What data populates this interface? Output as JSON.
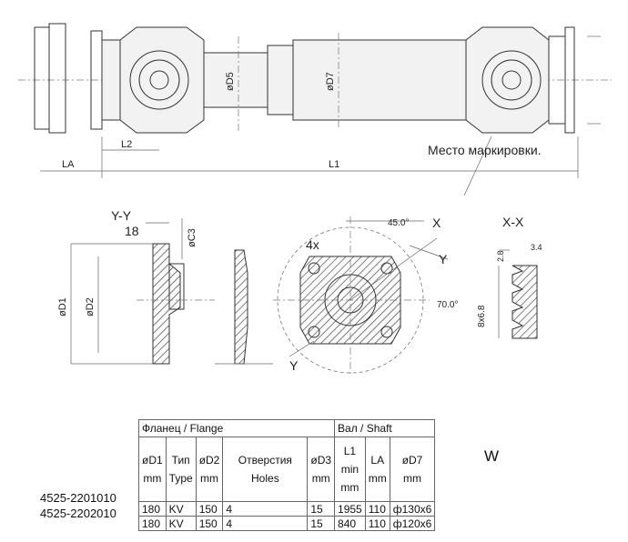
{
  "drawing": {
    "top_view": {
      "dim_D5": "øD5",
      "dim_D7": "øD7",
      "dim_L2": "L2",
      "dim_LA": "LA",
      "dim_L1": "L1",
      "marking_label": "Место маркировки."
    },
    "section_yy": {
      "title": "Y-Y",
      "dim_18": "18",
      "dim_C3": "øC3",
      "dim_D1": "øD1",
      "dim_D2": "øD2"
    },
    "flange_face": {
      "holes": "4x",
      "angle_1": "45.0°",
      "angle_2": "70.0°",
      "axis_x": "X",
      "axis_y": "Y",
      "axis_y2": "Y"
    },
    "section_xx": {
      "title": "X-X",
      "dim_34": "3.4",
      "dim_28": "2.8",
      "dim_8x68": "8x6.8"
    }
  },
  "table": {
    "group_flange": "Фланец / Flange",
    "group_shaft": "Вал / Shaft",
    "columns": [
      {
        "line1": "øD1",
        "line2": "mm"
      },
      {
        "line1": "Тип",
        "line2": "Type"
      },
      {
        "line1": "øD2",
        "line2": "mm"
      },
      {
        "line1": "Отверстия",
        "line2": "Holes"
      },
      {
        "line1": "øD3",
        "line2": "mm"
      },
      {
        "line1": "L1",
        "line2": "min",
        "line3": "mm"
      },
      {
        "line1": "LA",
        "line2": "mm"
      },
      {
        "line1": "øD7",
        "line2": "mm"
      }
    ],
    "w_label": "W",
    "rows": [
      {
        "part": "4525-2201010",
        "d1": "180",
        "type": "KV",
        "d2": "150",
        "holes": "4",
        "d3": "15",
        "l1": "1955",
        "la": "110",
        "d7": "ф130x6"
      },
      {
        "part": "4525-2202010",
        "d1": "180",
        "type": "KV",
        "d2": "150",
        "holes": "4",
        "d3": "15",
        "l1": "840",
        "la": "110",
        "d7": "ф120x6"
      }
    ]
  }
}
